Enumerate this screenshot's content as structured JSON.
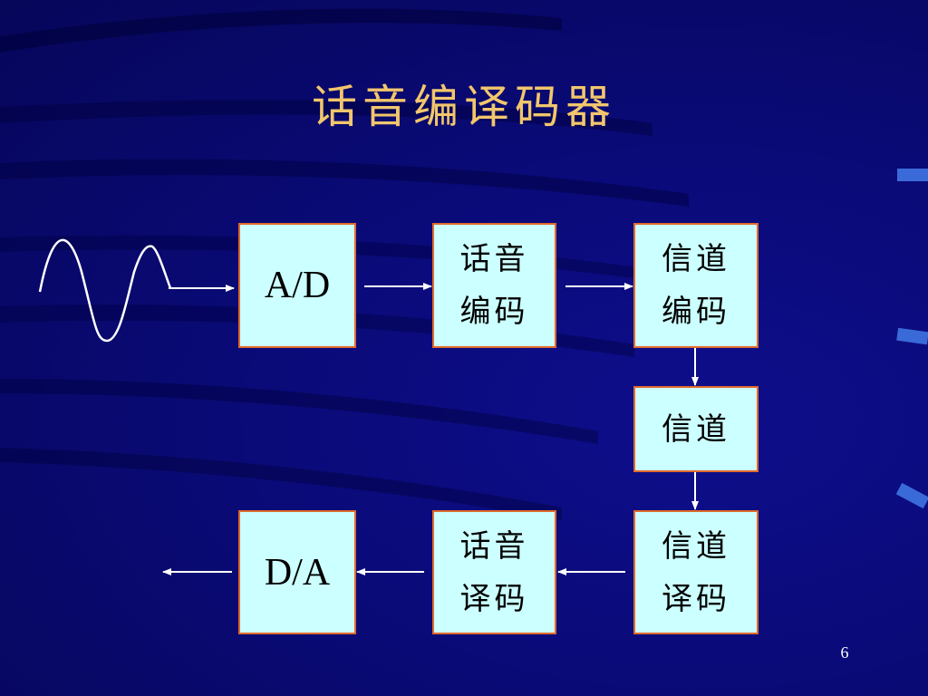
{
  "slide": {
    "title": "话音编译码器",
    "page_number": "6"
  },
  "blocks": {
    "ad": {
      "label": "A/D"
    },
    "speech_encoder": {
      "line1": "话音",
      "line2": "编码"
    },
    "channel_encoder": {
      "line1": "信道",
      "line2": "编码"
    },
    "channel": {
      "label": "信道"
    },
    "channel_decoder": {
      "line1": "信道",
      "line2": "译码"
    },
    "speech_decoder": {
      "line1": "话音",
      "line2": "译码"
    },
    "da": {
      "label": "D/A"
    }
  },
  "colors": {
    "background": "#0a0a72",
    "title": "#f2c66c",
    "box_fill": "#ccffff",
    "box_border": "#e06a2c",
    "arrow": "#ffffff"
  }
}
